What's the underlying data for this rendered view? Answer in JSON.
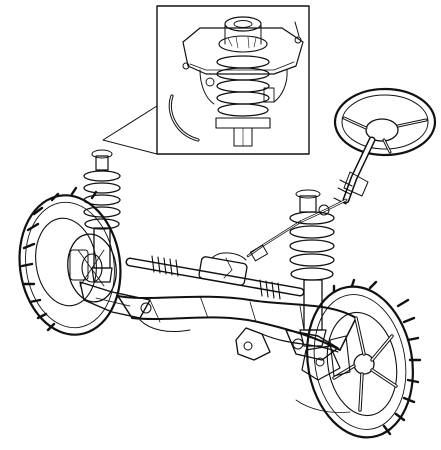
{
  "illustration": {
    "subject": "front-suspension-and-steering-assembly",
    "ink_color": "#111111",
    "paper_color": "#ffffff",
    "parts": [
      "strut-mount-detail-inset",
      "steering-wheel",
      "steering-column",
      "left-coil-spring-strut",
      "right-coil-spring-strut",
      "left-wheel-tyre",
      "right-wheel-tyre",
      "steering-rack",
      "subframe-crossmember",
      "lower-control-arms"
    ]
  }
}
